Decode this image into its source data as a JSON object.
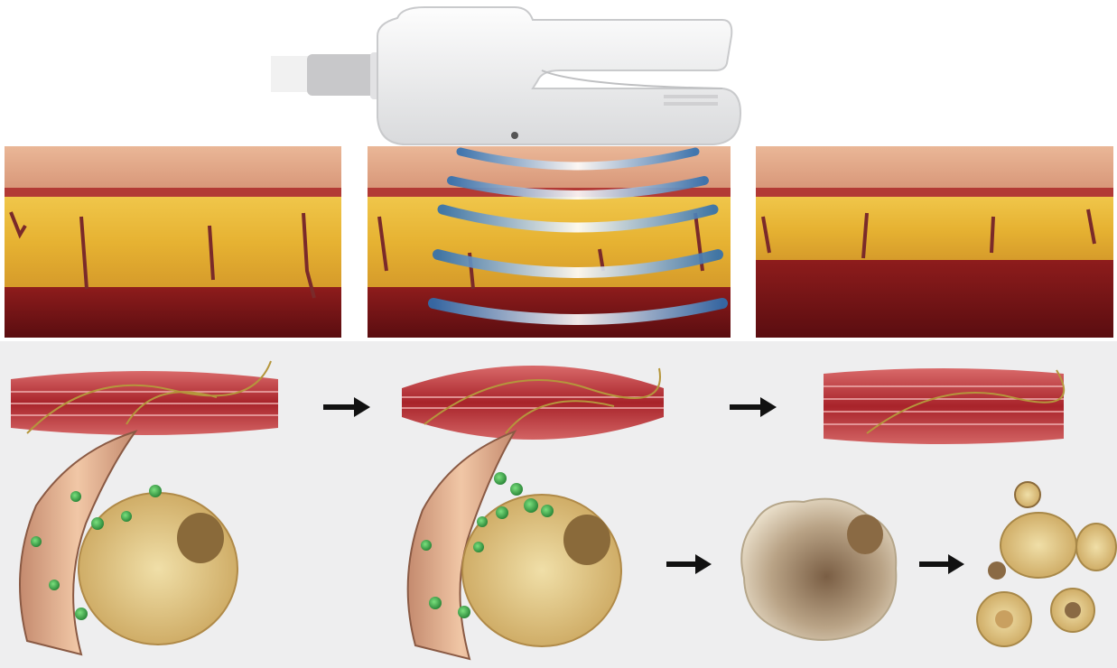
{
  "diagram": {
    "device": "handpiece-icon",
    "panels": [
      "before",
      "treatment",
      "after"
    ],
    "colors": {
      "epidermis": "#e8b99a",
      "dermis": "#b8463c",
      "fat": "#e9b83a",
      "muscle": "#7a1414",
      "wave": "#5fa8d8",
      "arrow": "#111111",
      "vesicle": "#3aa84a",
      "cell": "#e6cf92"
    },
    "text": []
  }
}
